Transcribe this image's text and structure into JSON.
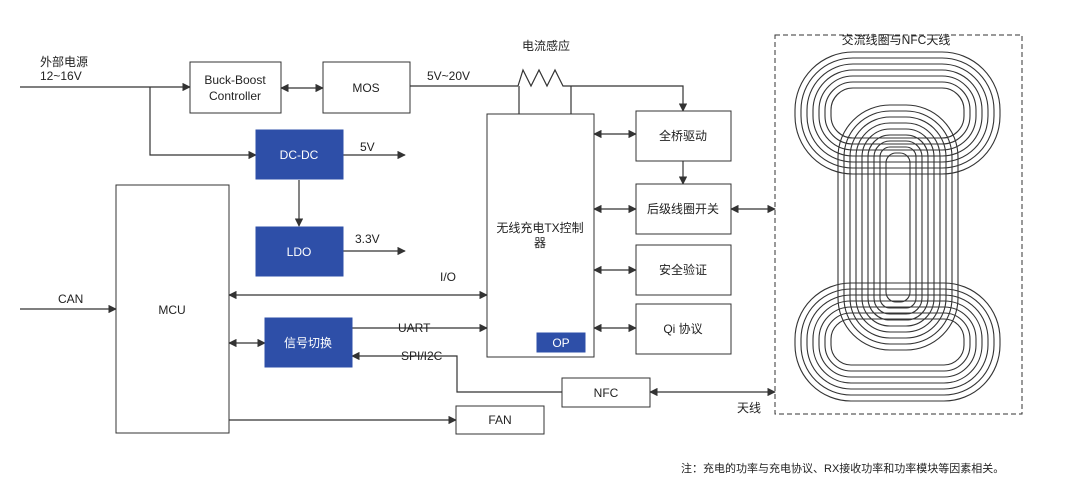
{
  "external_power": {
    "line1": "外部电源",
    "line2": "12~16V"
  },
  "buck_boost": {
    "line1": "Buck-Boost",
    "line2": "Controller"
  },
  "mos": {
    "label": "MOS"
  },
  "voltage_out": {
    "label": "5V~20V"
  },
  "current_sense": {
    "label": "电流感应"
  },
  "dcdc": {
    "label": "DC-DC",
    "out": "5V"
  },
  "ldo": {
    "label": "LDO",
    "out": "3.3V"
  },
  "mcu": {
    "label": "MCU"
  },
  "can": {
    "label": "CAN"
  },
  "io": {
    "label": "I/O"
  },
  "signal_switch": {
    "label": "信号切换"
  },
  "uart": {
    "label": "UART"
  },
  "spi_i2c": {
    "label": "SPI/I2C"
  },
  "controller": {
    "line1": "无线充电TX控制",
    "line2": "器",
    "op": "OP"
  },
  "full_bridge": {
    "label": "全桥驱动"
  },
  "coil_switch": {
    "label": "后级线圈开关"
  },
  "security": {
    "label": "安全验证"
  },
  "qi": {
    "label": "Qi 协议"
  },
  "nfc": {
    "label": "NFC"
  },
  "antenna": {
    "label": "天线"
  },
  "fan": {
    "label": "FAN"
  },
  "coil_area": {
    "title": "交流线圈与NFC天线"
  },
  "note": {
    "text": "注：充电的功率与充电协议、RX接收功率和功率模块等因素相关。"
  },
  "colors": {
    "blue_block": "#2e4fa8",
    "line": "#333333"
  }
}
